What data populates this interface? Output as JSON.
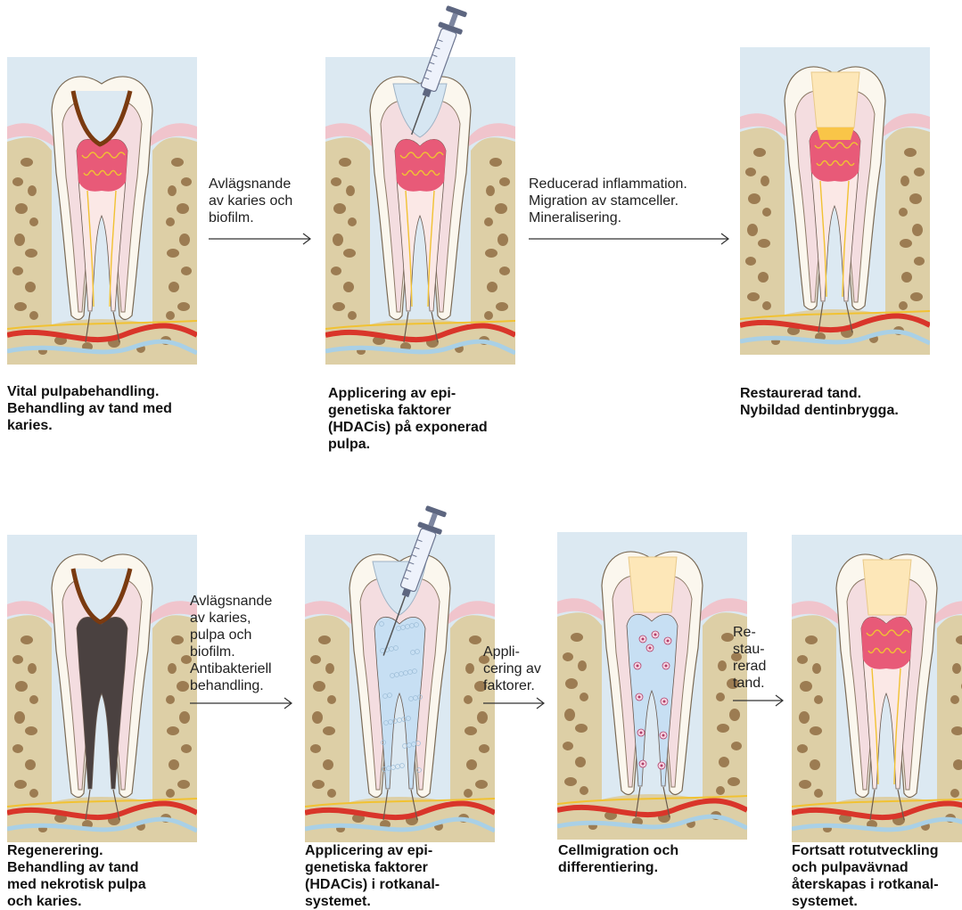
{
  "row1": {
    "panels": [
      {
        "id": "p1",
        "state": "caries",
        "caption": [
          "Vital pulpabehandling.",
          "Behandling av tand med",
          "karies."
        ]
      },
      {
        "id": "p2",
        "state": "syringe-pulp",
        "caption": [
          "Applicering av epi-",
          "genetiska faktorer",
          "(HDACis) på exponerad",
          "pulpa."
        ]
      },
      {
        "id": "p3",
        "state": "restored",
        "caption": [
          "Restaurerad tand.",
          "Nybildad dentinbrygga."
        ]
      }
    ],
    "arrows": [
      {
        "id": "a1",
        "lines": [
          "Avlägsnande",
          "av karies och",
          "biofilm."
        ]
      },
      {
        "id": "a2",
        "lines": [
          "Reducerad inflammation.",
          "Migration av stamceller.",
          "Mineralisering."
        ]
      }
    ]
  },
  "row2": {
    "panels": [
      {
        "id": "p4",
        "state": "necrotic",
        "caption": [
          "Regenerering.",
          "Behandling av tand",
          "med nekrotisk pulpa",
          "och karies."
        ]
      },
      {
        "id": "p5",
        "state": "syringe-canal",
        "caption": [
          "Applicering av epi-",
          "genetiska faktorer",
          "(HDACis) i rotkanal-",
          "systemet."
        ]
      },
      {
        "id": "p6",
        "state": "cells",
        "caption": [
          "Cellmigration och",
          "differentiering."
        ]
      },
      {
        "id": "p7",
        "state": "regrown",
        "caption": [
          "Fortsatt rotutveckling",
          "och pulpavävnad",
          "återskapas i rotkanal-",
          "systemet."
        ]
      }
    ],
    "arrows": [
      {
        "id": "a3",
        "lines": [
          "Avlägsnande",
          "av karies,",
          "pulpa och",
          "biofilm.",
          "Antibakteriell",
          "behandling."
        ]
      },
      {
        "id": "a4",
        "lines": [
          "Appli-",
          "cering av",
          "faktorer."
        ]
      },
      {
        "id": "a5",
        "lines": [
          "Re-",
          "stau-",
          "rerad",
          "tand."
        ]
      }
    ]
  },
  "colors": {
    "background": "#dce9f2",
    "bone": "#ddcfa6",
    "bone_hole": "#9c7c52",
    "gum": "#f0c4cc",
    "enamel": "#fbf7ee",
    "dentin": "#f4dde0",
    "pulp": "#e85a78",
    "caries": "#7a3a10",
    "necrotic": "#4a4140",
    "filling": "#fde7b8",
    "nerve": "#f1c232",
    "artery": "#d9352a",
    "vein": "#a9d0e6",
    "cells": "#c7dff3"
  }
}
